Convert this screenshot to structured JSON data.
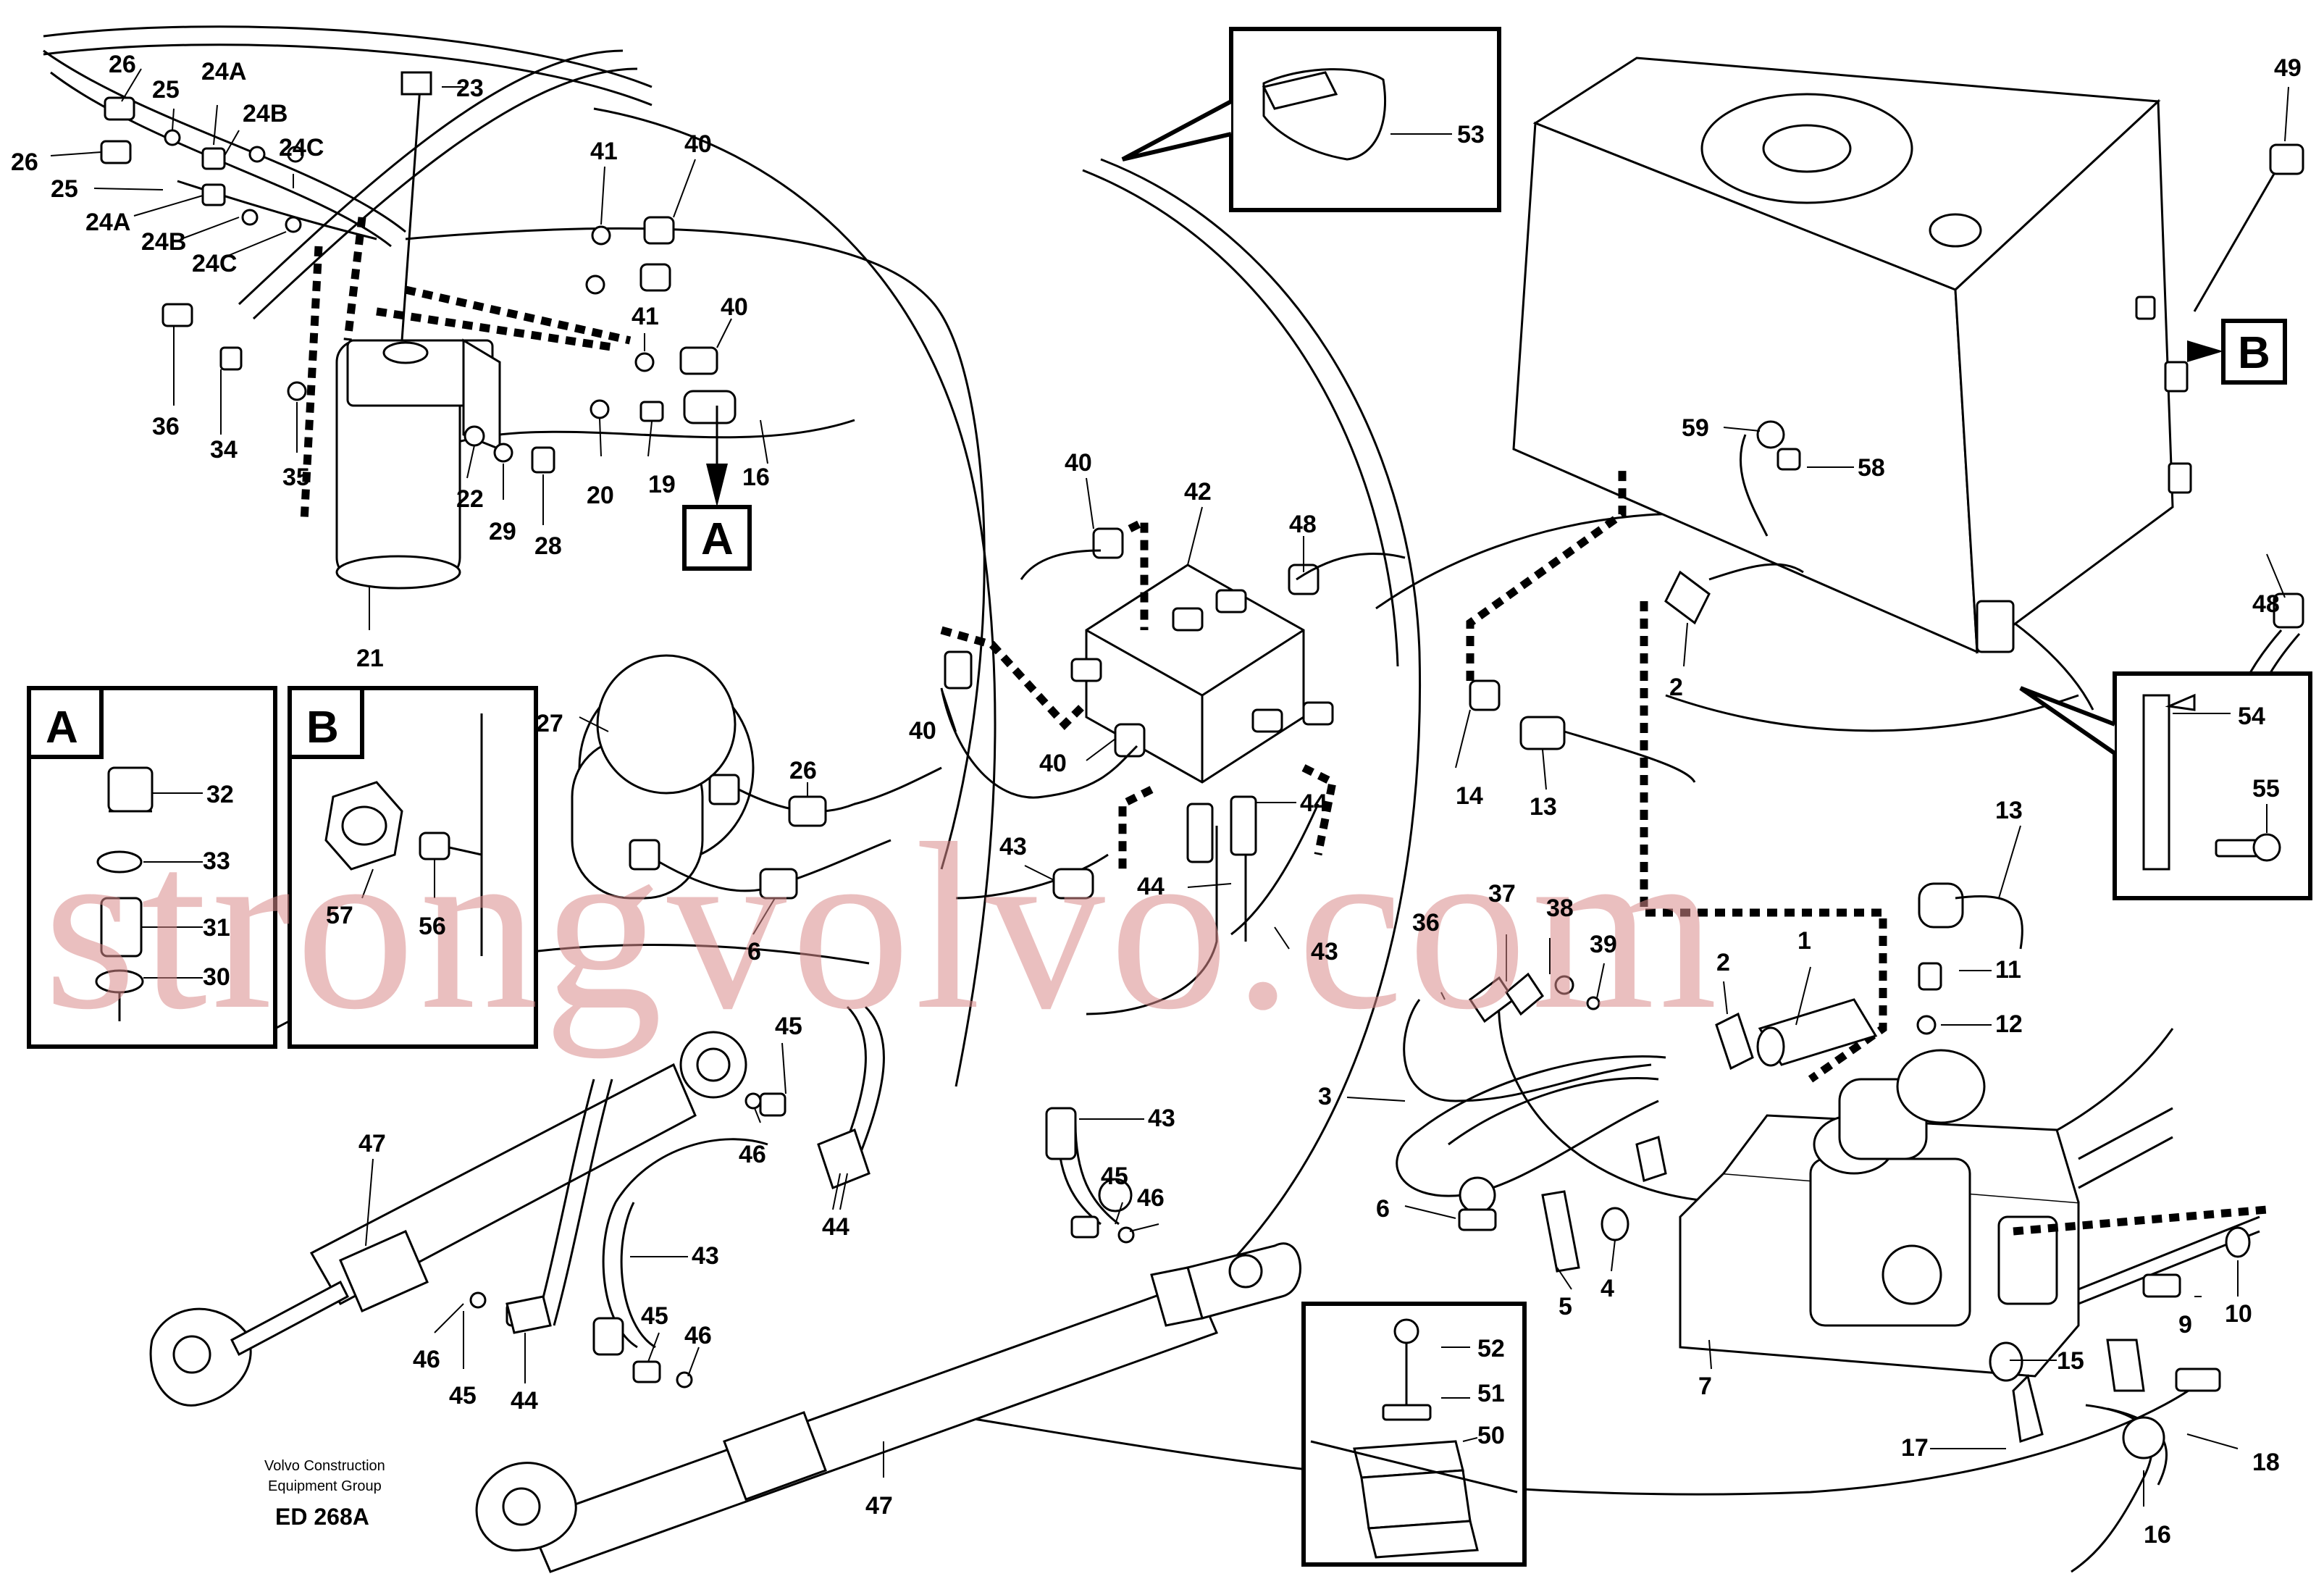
{
  "diagram": {
    "part_labels": {
      "p1": "1",
      "p2a": "2",
      "p2b": "2",
      "p3": "3",
      "p4": "4",
      "p5": "5",
      "p6a": "6",
      "p6b": "6",
      "p7": "7",
      "p9": "9",
      "p10": "10",
      "p11": "11",
      "p12": "12",
      "p13a": "13",
      "p13b": "13",
      "p14": "14",
      "p15": "15",
      "p16a": "16",
      "p16b": "16",
      "p17": "17",
      "p18": "18",
      "p19": "19",
      "p20": "20",
      "p21": "21",
      "p22": "22",
      "p23": "23",
      "p24Aa": "24A",
      "p24Ab": "24A",
      "p24Ba": "24B",
      "p24Bb": "24B",
      "p24Ca": "24C",
      "p24Cb": "24C",
      "p25a": "25",
      "p25b": "25",
      "p26a": "26",
      "p26b": "26",
      "p26c": "26",
      "p27": "27",
      "p28": "28",
      "p29": "29",
      "p30": "30",
      "p31": "31",
      "p32": "32",
      "p33": "33",
      "p34": "34",
      "p35": "35",
      "p36a": "36",
      "p36b": "36",
      "p37": "37",
      "p38": "38",
      "p39": "39",
      "p40a": "40",
      "p40b": "40",
      "p40c": "40",
      "p40d": "40",
      "p40e": "40",
      "p41a": "41",
      "p41b": "41",
      "p42": "42",
      "p43a": "43",
      "p43b": "43",
      "p43c": "43",
      "p43d": "43",
      "p44a": "44",
      "p44b": "44",
      "p44c": "44",
      "p44d": "44",
      "p45a": "45",
      "p45b": "45",
      "p45c": "45",
      "p45d": "45",
      "p46a": "46",
      "p46b": "46",
      "p46c": "46",
      "p46d": "46",
      "p47a": "47",
      "p47b": "47",
      "p48a": "48",
      "p48b": "48",
      "p49": "49",
      "p50": "50",
      "p51": "51",
      "p52": "52",
      "p53": "53",
      "p54": "54",
      "p55": "55",
      "p56": "56",
      "p57": "57",
      "p58": "58",
      "p59": "59"
    },
    "callouts": {
      "a_main": "A",
      "b_main": "B",
      "a_inset": "A",
      "b_inset": "B"
    },
    "watermark": "strongvolvo.com",
    "footer": {
      "company_line1": "Volvo Construction",
      "company_line2": "Equipment Group",
      "code": "ED 268A"
    }
  }
}
